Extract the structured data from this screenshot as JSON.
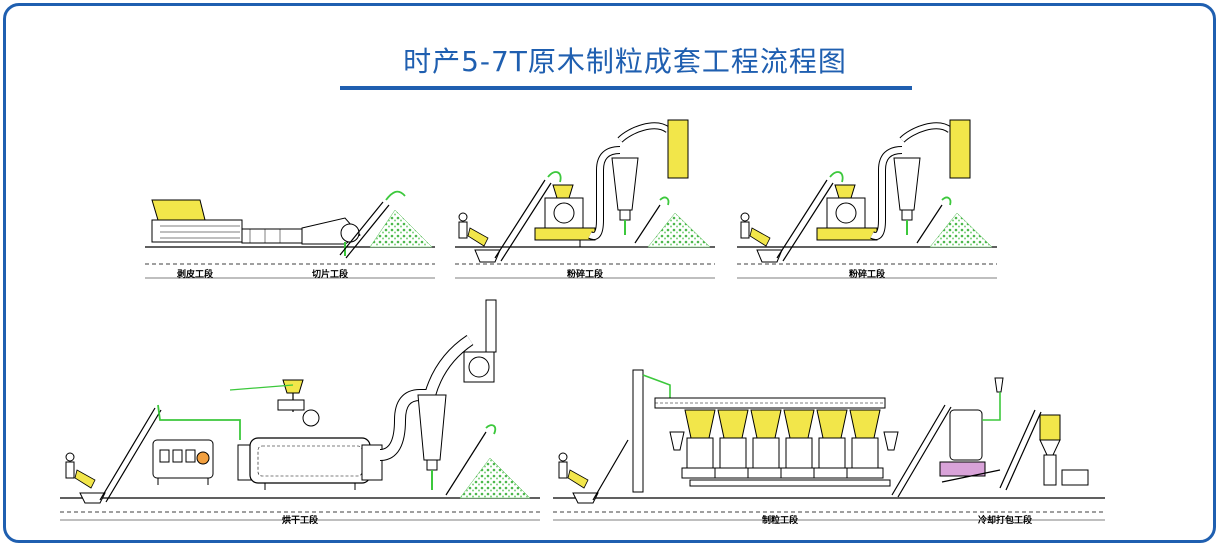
{
  "title": "时产5-7T原木制粒成套工程流程图",
  "colors": {
    "frame": "#1f5fb0",
    "title": "#1f5fb0",
    "duct": "#3cc83c",
    "hopper": "#f2e64a",
    "pellet_pile": "#8fd48f"
  },
  "sections": {
    "debark": "剥皮工段",
    "chip": "切片工段",
    "crush1": "粉碎工段",
    "crush2": "粉碎工段",
    "dry": "烘干工段",
    "pellet": "制粒工段",
    "cool_pack": "冷却打包工段"
  }
}
